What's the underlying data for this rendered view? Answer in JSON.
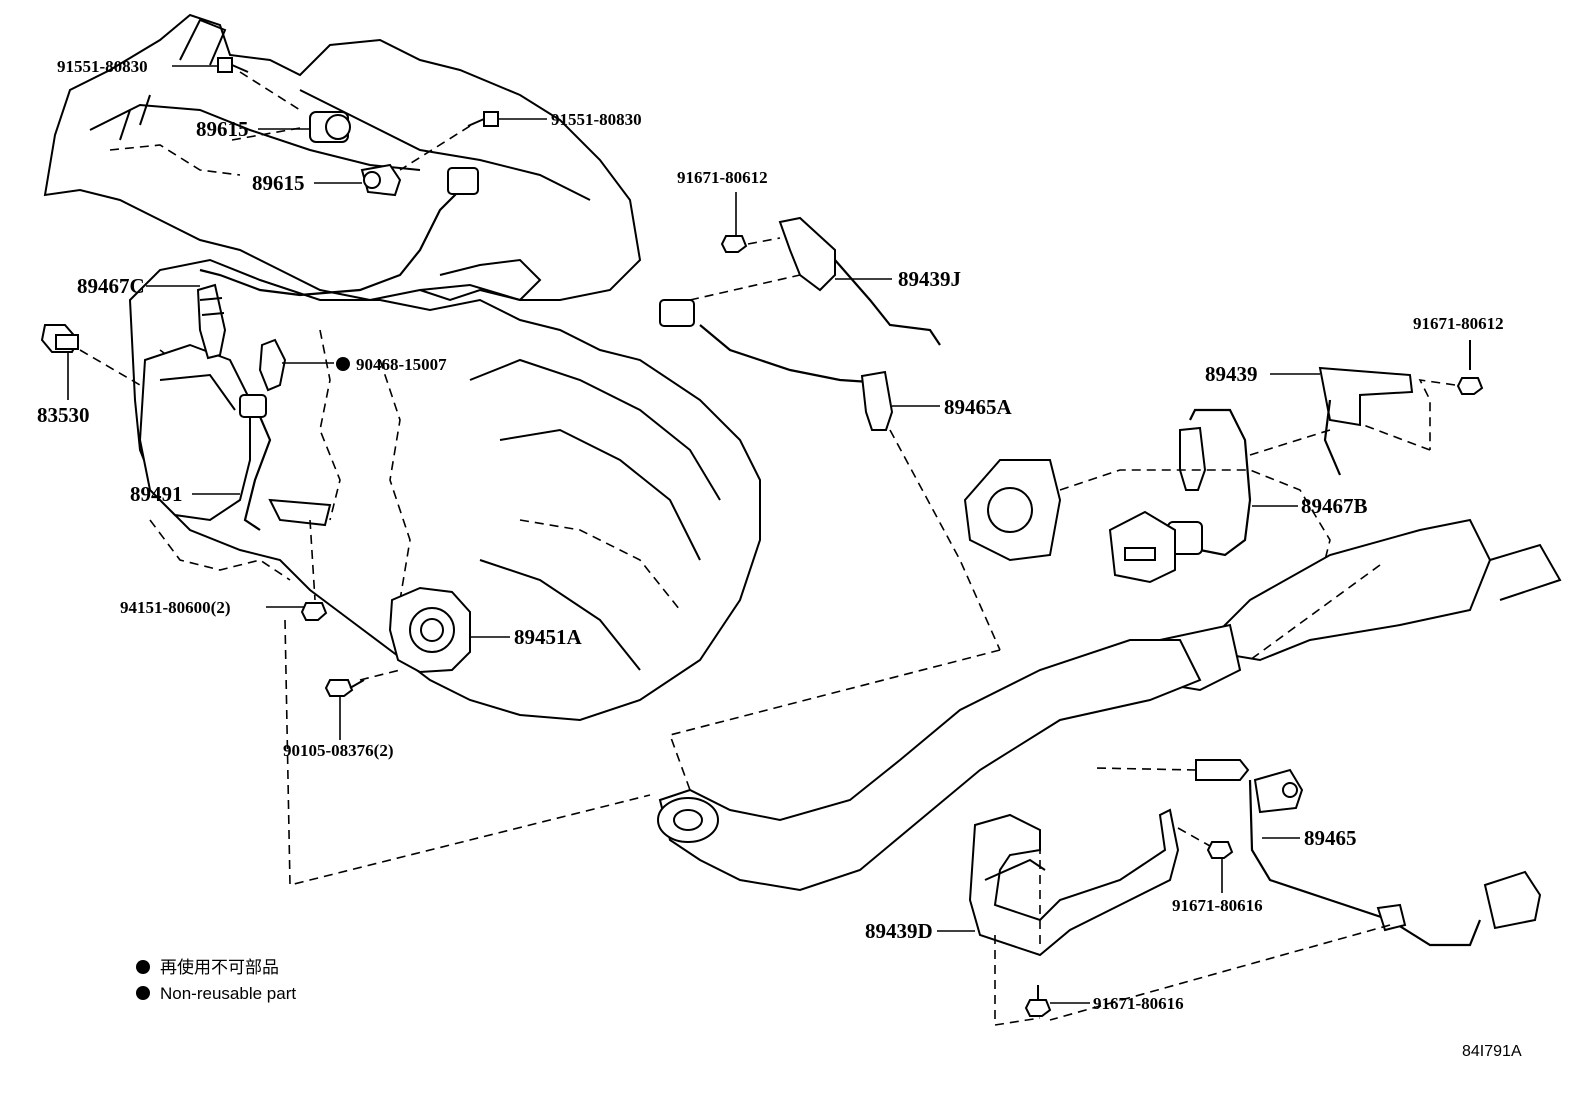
{
  "callouts": {
    "p91551_80830_a": "91551-80830",
    "p91551_80830_b": "91551-80830",
    "p89615_a": "89615",
    "p89615_b": "89615",
    "p91671_80612_a": "91671-80612",
    "p91671_80612_b": "91671-80612",
    "p89439J": "89439J",
    "p89467C": "89467C",
    "p90468_15007": "90468-15007",
    "p83530": "83530",
    "p89465A": "89465A",
    "p89439": "89439",
    "p89467B": "89467B",
    "p89491": "89491",
    "p94151_80600": "94151-80600(2)",
    "p89451A": "89451A",
    "p90105_08376": "90105-08376(2)",
    "p89465": "89465",
    "p91671_80616_a": "91671-80616",
    "p89439D": "89439D",
    "p91671_80616_b": "91671-80616"
  },
  "legend": {
    "marker": "●",
    "line_ja": "再使用不可部品",
    "line_en": "Non-reusable part"
  },
  "illustration_id": "84I791A",
  "icons": {
    "non_reusable_marker": "filled-circle-icon"
  }
}
